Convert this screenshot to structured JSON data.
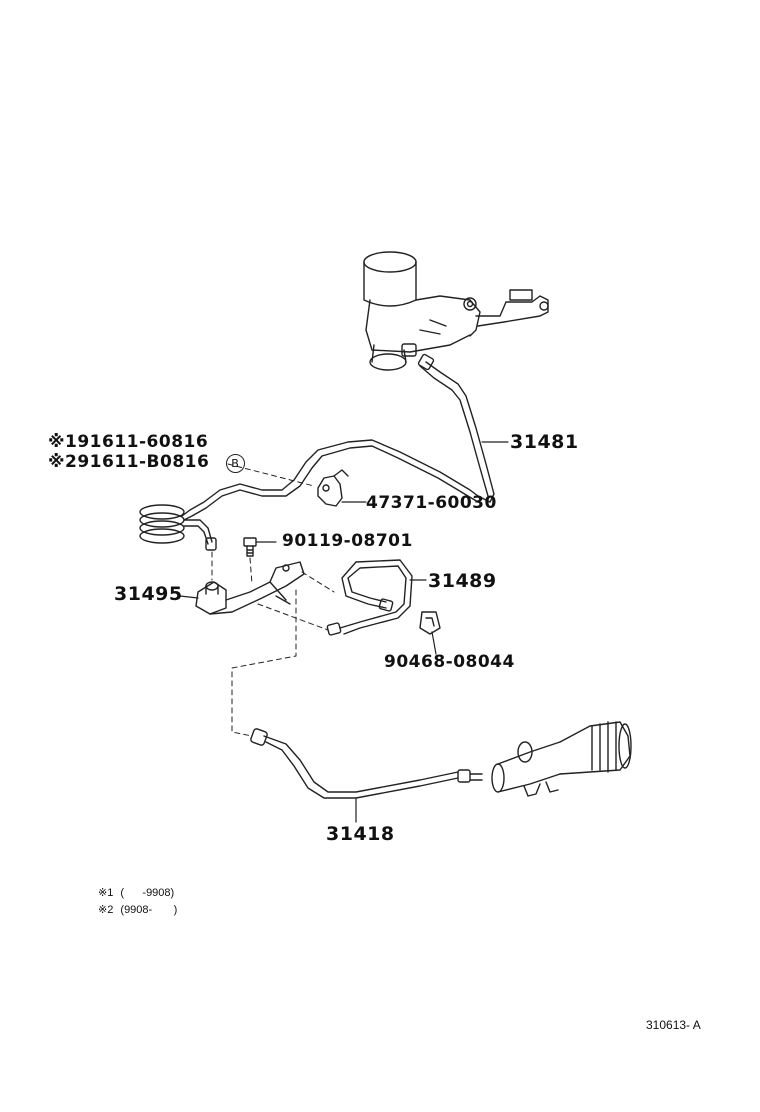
{
  "callouts": {
    "p191611": "※191611-60816",
    "p291611": "※291611-B0816",
    "circle_b": "B",
    "p47371": "47371-60030",
    "p90119": "90119-08701",
    "p31481": "31481",
    "p31495": "31495",
    "p31489": "31489",
    "p90468": "90468-08044",
    "p31418": "31418"
  },
  "notes": {
    "note1_mark": "※1",
    "note1_range": "(      -9908)",
    "note2_mark": "※2",
    "note2_range": "(9908-       )"
  },
  "figure_code": "310613- A"
}
